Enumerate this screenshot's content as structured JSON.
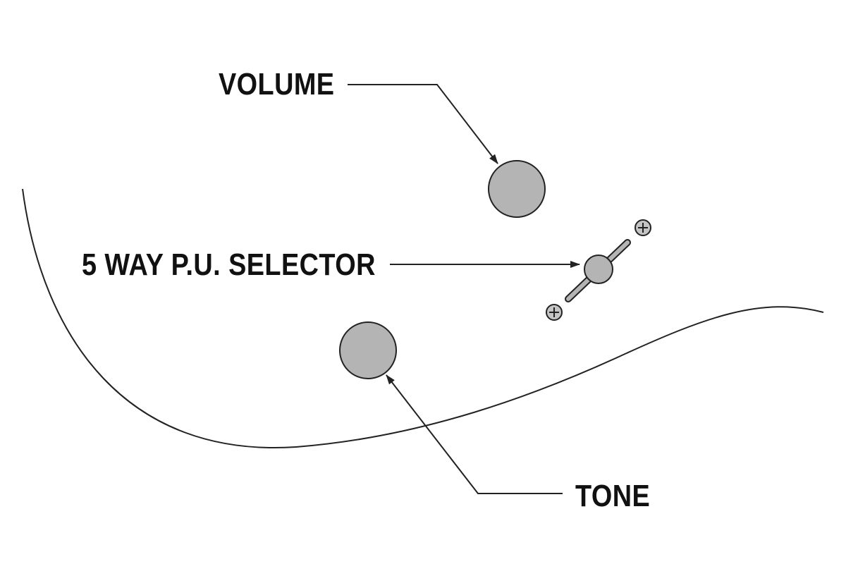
{
  "labels": {
    "volume": "VOLUME",
    "selector": "5 WAY P.U. SELECTOR",
    "tone": "TONE"
  },
  "colors": {
    "knob_fill": "#b4b4b4",
    "outline": "#222222",
    "screw_fill": "#c4c4c4",
    "background": "#ffffff"
  },
  "icons": {
    "volume_knob": "knob-circle",
    "tone_knob": "knob-circle",
    "selector_switch": "toggle-lever",
    "mounting_screw": "phillips-screw"
  }
}
